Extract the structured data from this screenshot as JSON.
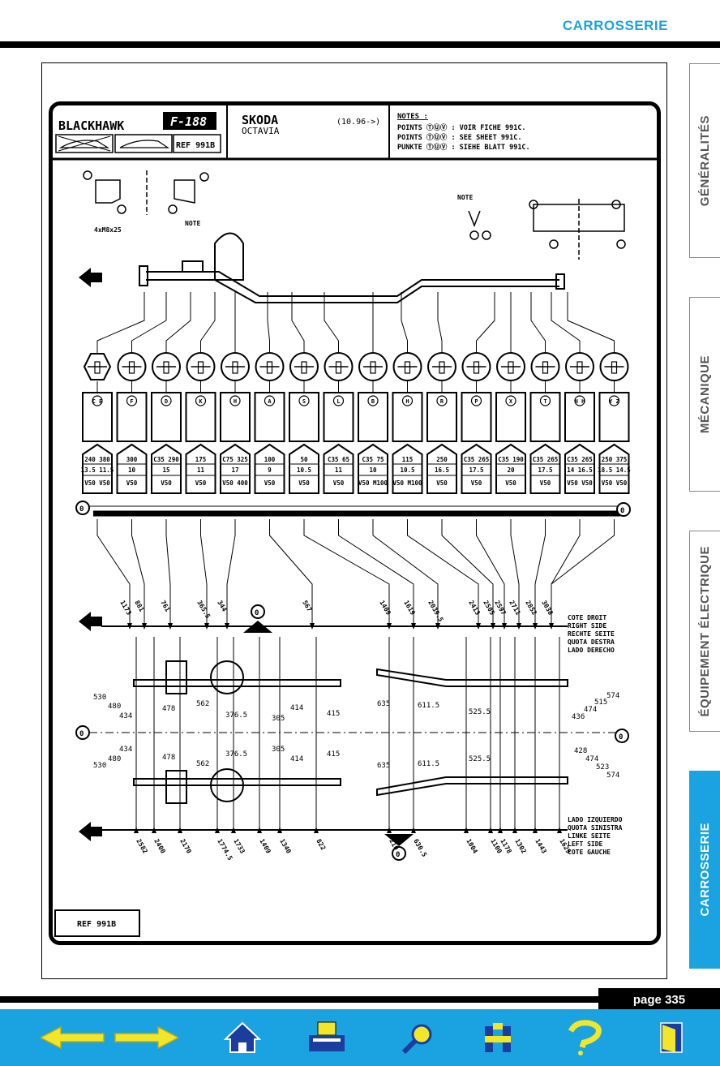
{
  "header": {
    "section_title": "CARROSSERIE"
  },
  "tabs": [
    {
      "label": "GÉNÉRALITÉS",
      "active": false
    },
    {
      "label": "MÉCANIQUE",
      "active": false
    },
    {
      "label": "ÉQUIPEMENT ÉLECTRIQUE",
      "active": false
    },
    {
      "label": "CARROSSERIE",
      "active": true
    }
  ],
  "sheet": {
    "brand": "BLACKHAWK",
    "model_code": "F-188",
    "make": "SKODA",
    "model": "OCTAVIA",
    "date_range": "(10.96->)",
    "ref": "REF 991B",
    "ref_bottom": "REF 991B",
    "notes_title": "NOTES :",
    "notes": [
      "POINTS ⓉⓊⓋ : VOIR FICHE 991C.",
      "POINTS ⓉⓊⓋ : SEE SHEET 991C.",
      "PUNKTE ⓉⓊⓋ : SIEHE BLATT 991C."
    ],
    "note_label": "NOTE",
    "bolt_label": "4xM8x25",
    "right_side_labels": [
      "COTE DROIT",
      "RIGHT SIDE",
      "RECHTE SEITE",
      "QUOTA DESTRA",
      "LADO DERECHO"
    ],
    "left_side_labels": [
      "LADO IZQUIERDO",
      "QUOTA SINISTRA",
      "LINKE SEITE",
      "LEFT SIDE",
      "COTE GAUCHE"
    ],
    "points_row": [
      "C E",
      "F",
      "D",
      "K",
      "H",
      "A",
      "S",
      "L",
      "B",
      "H",
      "R",
      "P",
      "X",
      "T",
      "N H",
      "Y Z"
    ],
    "spec_cols": [
      {
        "l1": "240 380",
        "l2": "13.5 11.5",
        "l3": "V50 V50"
      },
      {
        "l1": "300",
        "l2": "10",
        "l3": "V50"
      },
      {
        "l1": "C35 290",
        "l2": "15",
        "l3": "V50"
      },
      {
        "l1": "175",
        "l2": "11",
        "l3": "V50"
      },
      {
        "l1": "C75 325",
        "l2": "17",
        "l3": "V50 400"
      },
      {
        "l1": "100",
        "l2": "9",
        "l3": "V50"
      },
      {
        "l1": "50",
        "l2": "10.5",
        "l3": "V50"
      },
      {
        "l1": "C35 65",
        "l2": "11",
        "l3": "V50"
      },
      {
        "l1": "C35 75",
        "l2": "10",
        "l3": "V50 M100"
      },
      {
        "l1": "115",
        "l2": "10.5",
        "l3": "V50 M100"
      },
      {
        "l1": "250",
        "l2": "16.5",
        "l3": "V50"
      },
      {
        "l1": "C35 265",
        "l2": "17.5",
        "l3": "V50"
      },
      {
        "l1": "C35 190",
        "l2": "20",
        "l3": "V50"
      },
      {
        "l1": "C35 265",
        "l2": "17.5",
        "l3": "V50"
      },
      {
        "l1": "C35 265",
        "l2": "14 16.5",
        "l3": "V50 V50"
      },
      {
        "l1": "250 375",
        "l2": "18.5 14.5",
        "l3": "V50 V50"
      }
    ],
    "top_dims": [
      "1173",
      "881",
      "761",
      "365.5",
      "344",
      "567",
      "1409",
      "1619",
      "2039.5",
      "2413",
      "2505",
      "2597",
      "2711",
      "2852",
      "3038"
    ],
    "bottom_dims": [
      "2582",
      "2400",
      "2170",
      "1774.5",
      "1733",
      "1409",
      "1340",
      "822",
      "210",
      "630.5",
      "1004",
      "1100",
      "1178",
      "1302",
      "1443",
      "1629"
    ],
    "width_dims_left": [
      "530",
      "480",
      "434",
      "434",
      "480",
      "530"
    ],
    "width_dims_mid": [
      "478",
      "562",
      "376.5",
      "305",
      "414",
      "415",
      "478",
      "562",
      "376.5",
      "305",
      "414",
      "415"
    ],
    "width_dims_right": [
      "635",
      "611.5",
      "525.5",
      "635",
      "611.5",
      "525.5",
      "574",
      "515",
      "474",
      "436",
      "428",
      "474",
      "523",
      "574"
    ]
  },
  "footer": {
    "page_label": "page 335"
  },
  "nav": {
    "icons": [
      "arrow-left-icon",
      "arrow-right-icon",
      "home-icon",
      "print-icon",
      "search-icon",
      "index-icon",
      "help-icon",
      "exit-icon"
    ]
  }
}
